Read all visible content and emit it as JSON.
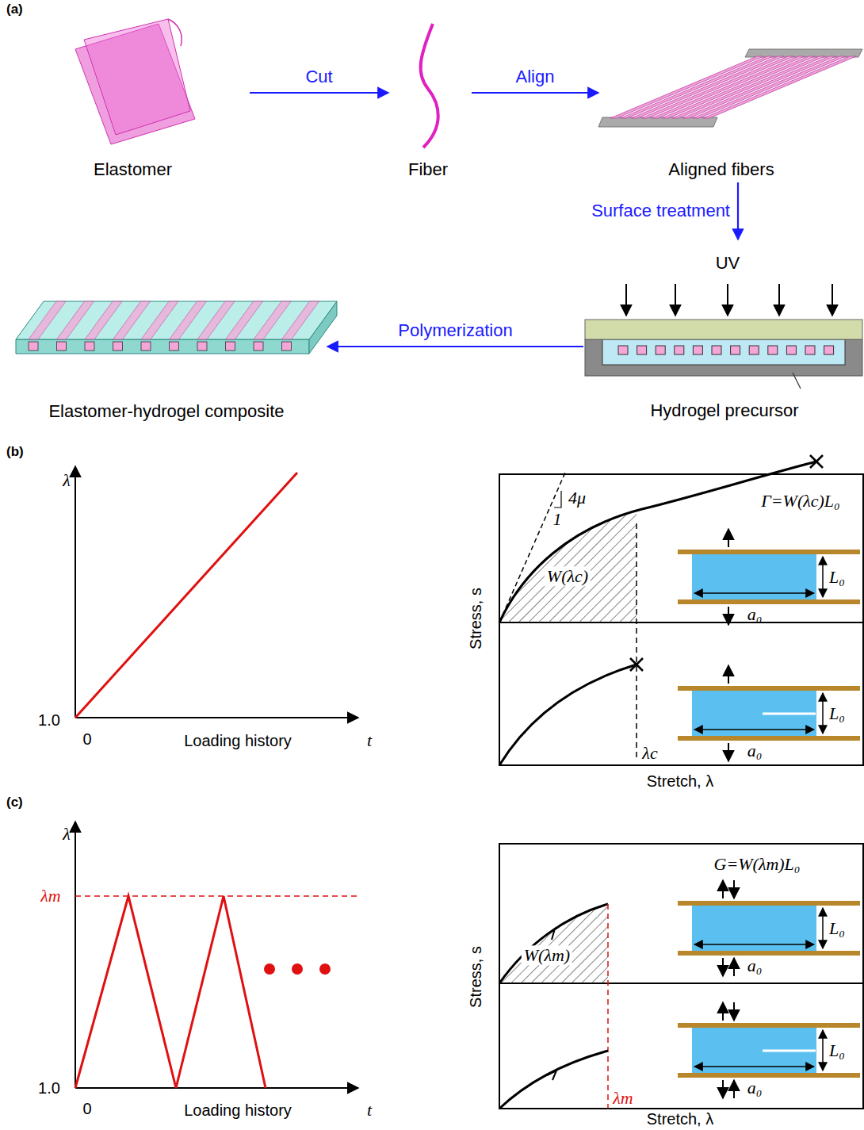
{
  "diagram": {
    "nodes": [
      {
        "text": [
          "Elastomer"
        ]
      },
      {
        "text": [
          "Fiber"
        ]
      },
      {
        "text": [
          "Aligned fibers"
        ]
      },
      {
        "text": [
          "Hydrogel precursor"
        ]
      },
      {
        "text": [
          "Elastomer-hydrogel composite"
        ]
      }
    ],
    "edges": [
      {
        "from": 0,
        "to": 1,
        "arrow": "to",
        "label": "Cut"
      },
      {
        "from": 1,
        "to": 2,
        "arrow": "to",
        "label": "Align"
      },
      {
        "from": 2,
        "to": 3,
        "arrow": "to",
        "label": "Surface treatment"
      },
      {
        "from": 3,
        "to": 4,
        "arrow": "to",
        "label": "Polymerization"
      }
    ],
    "labels": [
      "(a)",
      "UV",
      "(b)",
      "λ",
      "1.0",
      "0",
      "Loading history",
      "t",
      "Γ=W(λc)L₀",
      "4μ",
      "1",
      "W(λc)",
      "L₀",
      "a₀",
      "L₀",
      "a₀",
      "λc",
      "Stress, s",
      "Stretch, λ",
      "(c)",
      "λ",
      "λm",
      "1.0",
      "0",
      "Loading history",
      "t",
      "G=W(λm)L₀",
      "W(λm)",
      "L₀",
      "a₀",
      "L₀",
      "a₀",
      "λm",
      "Stress, s",
      "Stretch, λ"
    ]
  }
}
